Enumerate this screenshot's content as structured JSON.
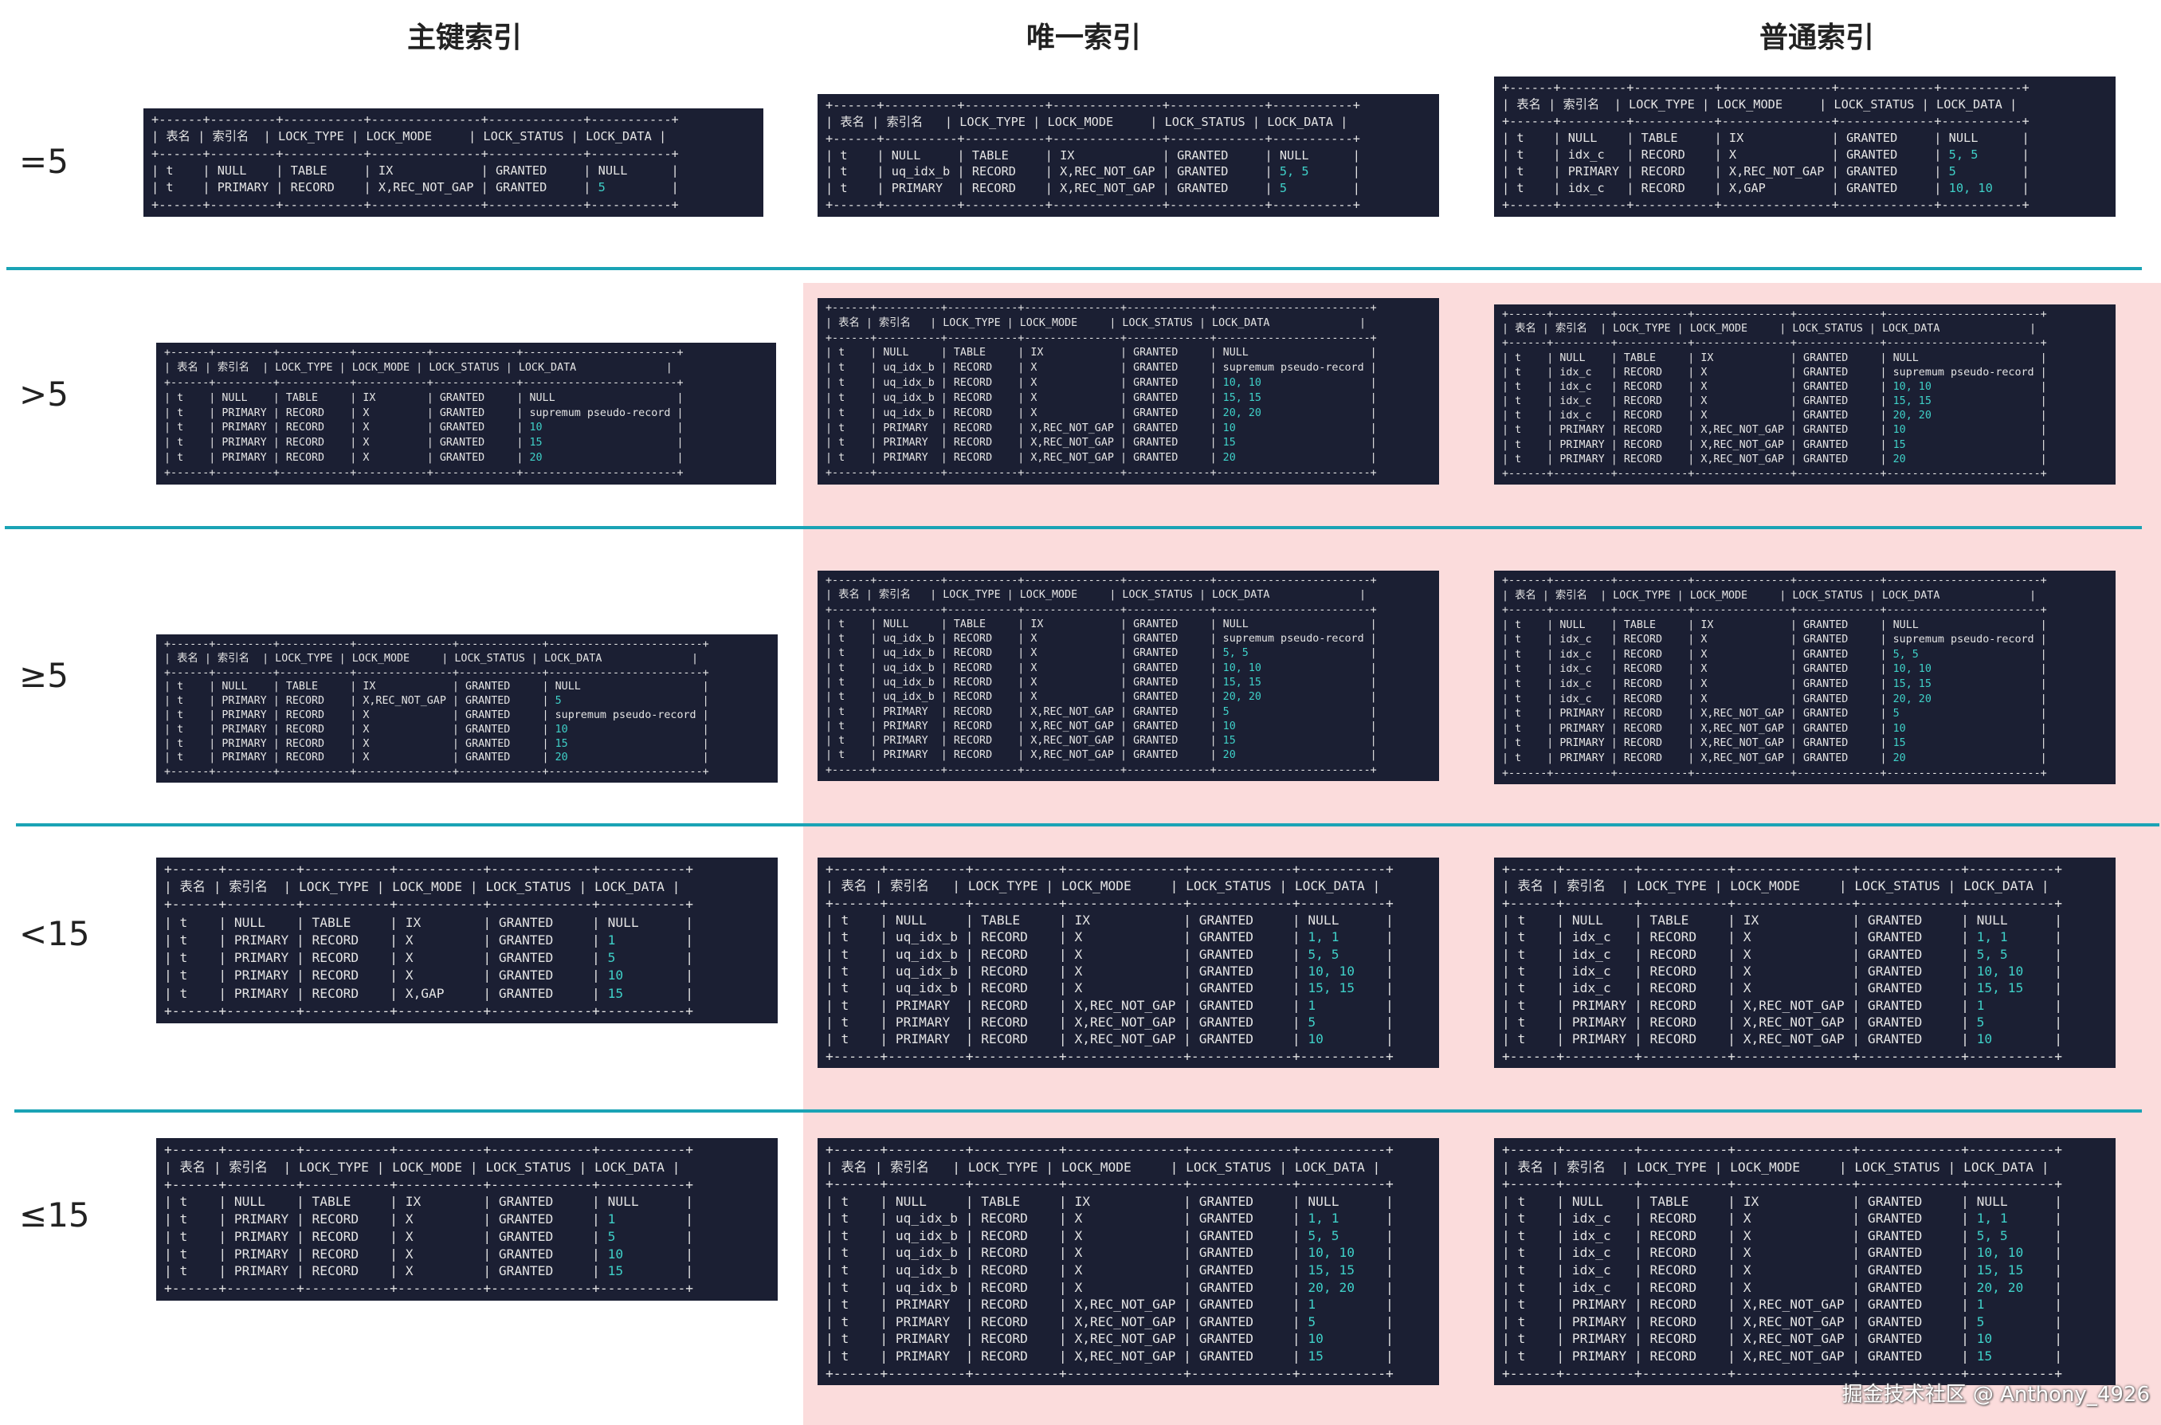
{
  "columns": {
    "primary": "主键索引",
    "unique": "唯一索引",
    "normal": "普通索引"
  },
  "rows": {
    "eq5": "=5",
    "gt5": ">5",
    "ge5": "≥5",
    "lt15": "<15",
    "le15": "≤15"
  },
  "table_header": {
    "table_name": "表名",
    "index_name": "索引名",
    "lock_type": "LOCK_TYPE",
    "lock_mode": "LOCK_MODE",
    "lock_status": "LOCK_STATUS",
    "lock_data": "LOCK_DATA"
  },
  "tables": {
    "eq5_primary": [
      [
        "t",
        "NULL",
        "TABLE",
        "IX",
        "GRANTED",
        "NULL"
      ],
      [
        "t",
        "PRIMARY",
        "RECORD",
        "X,REC_NOT_GAP",
        "GRANTED",
        "5"
      ]
    ],
    "eq5_unique": [
      [
        "t",
        "NULL",
        "TABLE",
        "IX",
        "GRANTED",
        "NULL"
      ],
      [
        "t",
        "uq_idx_b",
        "RECORD",
        "X,REC_NOT_GAP",
        "GRANTED",
        "5, 5"
      ],
      [
        "t",
        "PRIMARY",
        "RECORD",
        "X,REC_NOT_GAP",
        "GRANTED",
        "5"
      ]
    ],
    "eq5_normal": [
      [
        "t",
        "NULL",
        "TABLE",
        "IX",
        "GRANTED",
        "NULL"
      ],
      [
        "t",
        "idx_c",
        "RECORD",
        "X",
        "GRANTED",
        "5, 5"
      ],
      [
        "t",
        "PRIMARY",
        "RECORD",
        "X,REC_NOT_GAP",
        "GRANTED",
        "5"
      ],
      [
        "t",
        "idx_c",
        "RECORD",
        "X,GAP",
        "GRANTED",
        "10, 10"
      ]
    ],
    "gt5_primary": [
      [
        "t",
        "NULL",
        "TABLE",
        "IX",
        "GRANTED",
        "NULL"
      ],
      [
        "t",
        "PRIMARY",
        "RECORD",
        "X",
        "GRANTED",
        "supremum pseudo-record"
      ],
      [
        "t",
        "PRIMARY",
        "RECORD",
        "X",
        "GRANTED",
        "10"
      ],
      [
        "t",
        "PRIMARY",
        "RECORD",
        "X",
        "GRANTED",
        "15"
      ],
      [
        "t",
        "PRIMARY",
        "RECORD",
        "X",
        "GRANTED",
        "20"
      ]
    ],
    "gt5_unique": [
      [
        "t",
        "NULL",
        "TABLE",
        "IX",
        "GRANTED",
        "NULL"
      ],
      [
        "t",
        "uq_idx_b",
        "RECORD",
        "X",
        "GRANTED",
        "supremum pseudo-record"
      ],
      [
        "t",
        "uq_idx_b",
        "RECORD",
        "X",
        "GRANTED",
        "10, 10"
      ],
      [
        "t",
        "uq_idx_b",
        "RECORD",
        "X",
        "GRANTED",
        "15, 15"
      ],
      [
        "t",
        "uq_idx_b",
        "RECORD",
        "X",
        "GRANTED",
        "20, 20"
      ],
      [
        "t",
        "PRIMARY",
        "RECORD",
        "X,REC_NOT_GAP",
        "GRANTED",
        "10"
      ],
      [
        "t",
        "PRIMARY",
        "RECORD",
        "X,REC_NOT_GAP",
        "GRANTED",
        "15"
      ],
      [
        "t",
        "PRIMARY",
        "RECORD",
        "X,REC_NOT_GAP",
        "GRANTED",
        "20"
      ]
    ],
    "gt5_normal": [
      [
        "t",
        "NULL",
        "TABLE",
        "IX",
        "GRANTED",
        "NULL"
      ],
      [
        "t",
        "idx_c",
        "RECORD",
        "X",
        "GRANTED",
        "supremum pseudo-record"
      ],
      [
        "t",
        "idx_c",
        "RECORD",
        "X",
        "GRANTED",
        "10, 10"
      ],
      [
        "t",
        "idx_c",
        "RECORD",
        "X",
        "GRANTED",
        "15, 15"
      ],
      [
        "t",
        "idx_c",
        "RECORD",
        "X",
        "GRANTED",
        "20, 20"
      ],
      [
        "t",
        "PRIMARY",
        "RECORD",
        "X,REC_NOT_GAP",
        "GRANTED",
        "10"
      ],
      [
        "t",
        "PRIMARY",
        "RECORD",
        "X,REC_NOT_GAP",
        "GRANTED",
        "15"
      ],
      [
        "t",
        "PRIMARY",
        "RECORD",
        "X,REC_NOT_GAP",
        "GRANTED",
        "20"
      ]
    ],
    "ge5_primary": [
      [
        "t",
        "NULL",
        "TABLE",
        "IX",
        "GRANTED",
        "NULL"
      ],
      [
        "t",
        "PRIMARY",
        "RECORD",
        "X,REC_NOT_GAP",
        "GRANTED",
        "5"
      ],
      [
        "t",
        "PRIMARY",
        "RECORD",
        "X",
        "GRANTED",
        "supremum pseudo-record"
      ],
      [
        "t",
        "PRIMARY",
        "RECORD",
        "X",
        "GRANTED",
        "10"
      ],
      [
        "t",
        "PRIMARY",
        "RECORD",
        "X",
        "GRANTED",
        "15"
      ],
      [
        "t",
        "PRIMARY",
        "RECORD",
        "X",
        "GRANTED",
        "20"
      ]
    ],
    "ge5_unique": [
      [
        "t",
        "NULL",
        "TABLE",
        "IX",
        "GRANTED",
        "NULL"
      ],
      [
        "t",
        "uq_idx_b",
        "RECORD",
        "X",
        "GRANTED",
        "supremum pseudo-record"
      ],
      [
        "t",
        "uq_idx_b",
        "RECORD",
        "X",
        "GRANTED",
        "5, 5"
      ],
      [
        "t",
        "uq_idx_b",
        "RECORD",
        "X",
        "GRANTED",
        "10, 10"
      ],
      [
        "t",
        "uq_idx_b",
        "RECORD",
        "X",
        "GRANTED",
        "15, 15"
      ],
      [
        "t",
        "uq_idx_b",
        "RECORD",
        "X",
        "GRANTED",
        "20, 20"
      ],
      [
        "t",
        "PRIMARY",
        "RECORD",
        "X,REC_NOT_GAP",
        "GRANTED",
        "5"
      ],
      [
        "t",
        "PRIMARY",
        "RECORD",
        "X,REC_NOT_GAP",
        "GRANTED",
        "10"
      ],
      [
        "t",
        "PRIMARY",
        "RECORD",
        "X,REC_NOT_GAP",
        "GRANTED",
        "15"
      ],
      [
        "t",
        "PRIMARY",
        "RECORD",
        "X,REC_NOT_GAP",
        "GRANTED",
        "20"
      ]
    ],
    "ge5_normal": [
      [
        "t",
        "NULL",
        "TABLE",
        "IX",
        "GRANTED",
        "NULL"
      ],
      [
        "t",
        "idx_c",
        "RECORD",
        "X",
        "GRANTED",
        "supremum pseudo-record"
      ],
      [
        "t",
        "idx_c",
        "RECORD",
        "X",
        "GRANTED",
        "5, 5"
      ],
      [
        "t",
        "idx_c",
        "RECORD",
        "X",
        "GRANTED",
        "10, 10"
      ],
      [
        "t",
        "idx_c",
        "RECORD",
        "X",
        "GRANTED",
        "15, 15"
      ],
      [
        "t",
        "idx_c",
        "RECORD",
        "X",
        "GRANTED",
        "20, 20"
      ],
      [
        "t",
        "PRIMARY",
        "RECORD",
        "X,REC_NOT_GAP",
        "GRANTED",
        "5"
      ],
      [
        "t",
        "PRIMARY",
        "RECORD",
        "X,REC_NOT_GAP",
        "GRANTED",
        "10"
      ],
      [
        "t",
        "PRIMARY",
        "RECORD",
        "X,REC_NOT_GAP",
        "GRANTED",
        "15"
      ],
      [
        "t",
        "PRIMARY",
        "RECORD",
        "X,REC_NOT_GAP",
        "GRANTED",
        "20"
      ]
    ],
    "lt15_primary": [
      [
        "t",
        "NULL",
        "TABLE",
        "IX",
        "GRANTED",
        "NULL"
      ],
      [
        "t",
        "PRIMARY",
        "RECORD",
        "X",
        "GRANTED",
        "1"
      ],
      [
        "t",
        "PRIMARY",
        "RECORD",
        "X",
        "GRANTED",
        "5"
      ],
      [
        "t",
        "PRIMARY",
        "RECORD",
        "X",
        "GRANTED",
        "10"
      ],
      [
        "t",
        "PRIMARY",
        "RECORD",
        "X,GAP",
        "GRANTED",
        "15"
      ]
    ],
    "lt15_unique": [
      [
        "t",
        "NULL",
        "TABLE",
        "IX",
        "GRANTED",
        "NULL"
      ],
      [
        "t",
        "uq_idx_b",
        "RECORD",
        "X",
        "GRANTED",
        "1, 1"
      ],
      [
        "t",
        "uq_idx_b",
        "RECORD",
        "X",
        "GRANTED",
        "5, 5"
      ],
      [
        "t",
        "uq_idx_b",
        "RECORD",
        "X",
        "GRANTED",
        "10, 10"
      ],
      [
        "t",
        "uq_idx_b",
        "RECORD",
        "X",
        "GRANTED",
        "15, 15"
      ],
      [
        "t",
        "PRIMARY",
        "RECORD",
        "X,REC_NOT_GAP",
        "GRANTED",
        "1"
      ],
      [
        "t",
        "PRIMARY",
        "RECORD",
        "X,REC_NOT_GAP",
        "GRANTED",
        "5"
      ],
      [
        "t",
        "PRIMARY",
        "RECORD",
        "X,REC_NOT_GAP",
        "GRANTED",
        "10"
      ]
    ],
    "lt15_normal": [
      [
        "t",
        "NULL",
        "TABLE",
        "IX",
        "GRANTED",
        "NULL"
      ],
      [
        "t",
        "idx_c",
        "RECORD",
        "X",
        "GRANTED",
        "1, 1"
      ],
      [
        "t",
        "idx_c",
        "RECORD",
        "X",
        "GRANTED",
        "5, 5"
      ],
      [
        "t",
        "idx_c",
        "RECORD",
        "X",
        "GRANTED",
        "10, 10"
      ],
      [
        "t",
        "idx_c",
        "RECORD",
        "X",
        "GRANTED",
        "15, 15"
      ],
      [
        "t",
        "PRIMARY",
        "RECORD",
        "X,REC_NOT_GAP",
        "GRANTED",
        "1"
      ],
      [
        "t",
        "PRIMARY",
        "RECORD",
        "X,REC_NOT_GAP",
        "GRANTED",
        "5"
      ],
      [
        "t",
        "PRIMARY",
        "RECORD",
        "X,REC_NOT_GAP",
        "GRANTED",
        "10"
      ]
    ],
    "le15_primary": [
      [
        "t",
        "NULL",
        "TABLE",
        "IX",
        "GRANTED",
        "NULL"
      ],
      [
        "t",
        "PRIMARY",
        "RECORD",
        "X",
        "GRANTED",
        "1"
      ],
      [
        "t",
        "PRIMARY",
        "RECORD",
        "X",
        "GRANTED",
        "5"
      ],
      [
        "t",
        "PRIMARY",
        "RECORD",
        "X",
        "GRANTED",
        "10"
      ],
      [
        "t",
        "PRIMARY",
        "RECORD",
        "X",
        "GRANTED",
        "15"
      ]
    ],
    "le15_unique": [
      [
        "t",
        "NULL",
        "TABLE",
        "IX",
        "GRANTED",
        "NULL"
      ],
      [
        "t",
        "uq_idx_b",
        "RECORD",
        "X",
        "GRANTED",
        "1, 1"
      ],
      [
        "t",
        "uq_idx_b",
        "RECORD",
        "X",
        "GRANTED",
        "5, 5"
      ],
      [
        "t",
        "uq_idx_b",
        "RECORD",
        "X",
        "GRANTED",
        "10, 10"
      ],
      [
        "t",
        "uq_idx_b",
        "RECORD",
        "X",
        "GRANTED",
        "15, 15"
      ],
      [
        "t",
        "uq_idx_b",
        "RECORD",
        "X",
        "GRANTED",
        "20, 20"
      ],
      [
        "t",
        "PRIMARY",
        "RECORD",
        "X,REC_NOT_GAP",
        "GRANTED",
        "1"
      ],
      [
        "t",
        "PRIMARY",
        "RECORD",
        "X,REC_NOT_GAP",
        "GRANTED",
        "5"
      ],
      [
        "t",
        "PRIMARY",
        "RECORD",
        "X,REC_NOT_GAP",
        "GRANTED",
        "10"
      ],
      [
        "t",
        "PRIMARY",
        "RECORD",
        "X,REC_NOT_GAP",
        "GRANTED",
        "15"
      ]
    ],
    "le15_normal": [
      [
        "t",
        "NULL",
        "TABLE",
        "IX",
        "GRANTED",
        "NULL"
      ],
      [
        "t",
        "idx_c",
        "RECORD",
        "X",
        "GRANTED",
        "1, 1"
      ],
      [
        "t",
        "idx_c",
        "RECORD",
        "X",
        "GRANTED",
        "5, 5"
      ],
      [
        "t",
        "idx_c",
        "RECORD",
        "X",
        "GRANTED",
        "10, 10"
      ],
      [
        "t",
        "idx_c",
        "RECORD",
        "X",
        "GRANTED",
        "15, 15"
      ],
      [
        "t",
        "idx_c",
        "RECORD",
        "X",
        "GRANTED",
        "20, 20"
      ],
      [
        "t",
        "PRIMARY",
        "RECORD",
        "X,REC_NOT_GAP",
        "GRANTED",
        "1"
      ],
      [
        "t",
        "PRIMARY",
        "RECORD",
        "X,REC_NOT_GAP",
        "GRANTED",
        "5"
      ],
      [
        "t",
        "PRIMARY",
        "RECORD",
        "X,REC_NOT_GAP",
        "GRANTED",
        "10"
      ],
      [
        "t",
        "PRIMARY",
        "RECORD",
        "X,REC_NOT_GAP",
        "GRANTED",
        "15"
      ]
    ]
  },
  "watermark": "掘金技术社区 @ Anthony_4926",
  "colors": {
    "terminal_bg": "#1b1f33",
    "value_highlight": "#3fd0c8",
    "divider": "#1aa3b5",
    "pink_bg": "#fbdcdc"
  }
}
